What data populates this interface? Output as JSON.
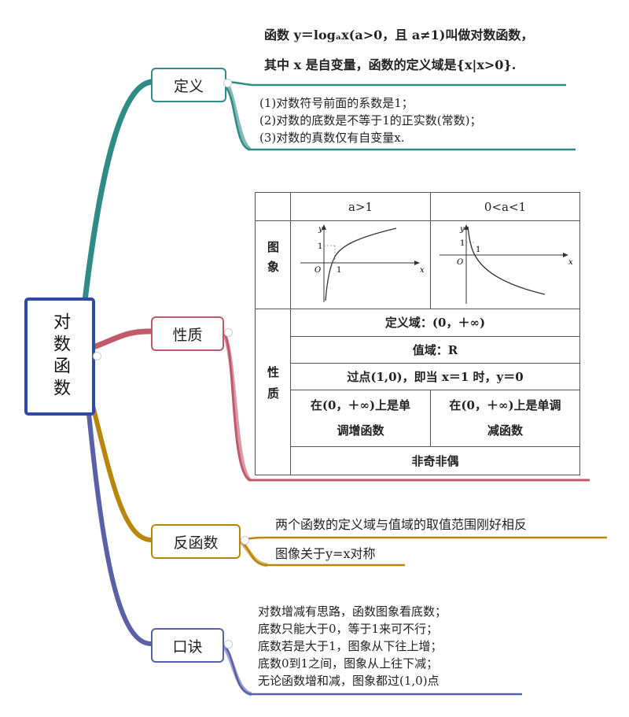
{
  "root": {
    "label": "对数函数"
  },
  "branches": {
    "definition": {
      "label": "定义",
      "color": "#2f8b86",
      "main_line1": "函数 y＝logₐx(a>0，且 a≠1)叫做对数函数，",
      "main_line2": "其中 x 是自变量，函数的定义域是{x|x>0}.",
      "notes": [
        "(1)对数符号前面的系数是1；",
        "(2)对数的底数是不等于1的正实数(常数)；",
        "(3)对数的真数仅有自变量x."
      ]
    },
    "properties": {
      "label": "性质",
      "color": "#c05a6a",
      "table": {
        "header_a_gt_1": "a>1",
        "header_a_lt_1": "0<a<1",
        "row_graph_label": "图象",
        "row_props_label": "性质",
        "domain": "定义域：(0，＋∞)",
        "range": "值域：R",
        "point": "过点(1,0)，即当 x＝1 时，y＝0",
        "inc_line1": "在(0，＋∞)上是单",
        "inc_line2": "调增函数",
        "dec_line1": "在(0，＋∞)上是单调",
        "dec_line2": "减函数",
        "parity": "非奇非偶",
        "graph_axis_y": "y",
        "graph_axis_x": "x",
        "graph_origin": "O",
        "graph_one": "1"
      }
    },
    "inverse": {
      "label": "反函数",
      "color": "#b8860b",
      "lines": [
        "两个函数的定义域与值域的取值范围刚好相反",
        "图像关于y=x对称"
      ]
    },
    "mnemonic": {
      "label": "口诀",
      "color": "#5a60a8",
      "lines": [
        "对数增减有思路，函数图象看底数；",
        "底数只能大于0，等于1来可不行；",
        "底数若是大于1，图象从下往上增；",
        "底数0到1之间，图象从上往下减；",
        "无论函数增和减，图象都过(1,0)点"
      ]
    }
  }
}
